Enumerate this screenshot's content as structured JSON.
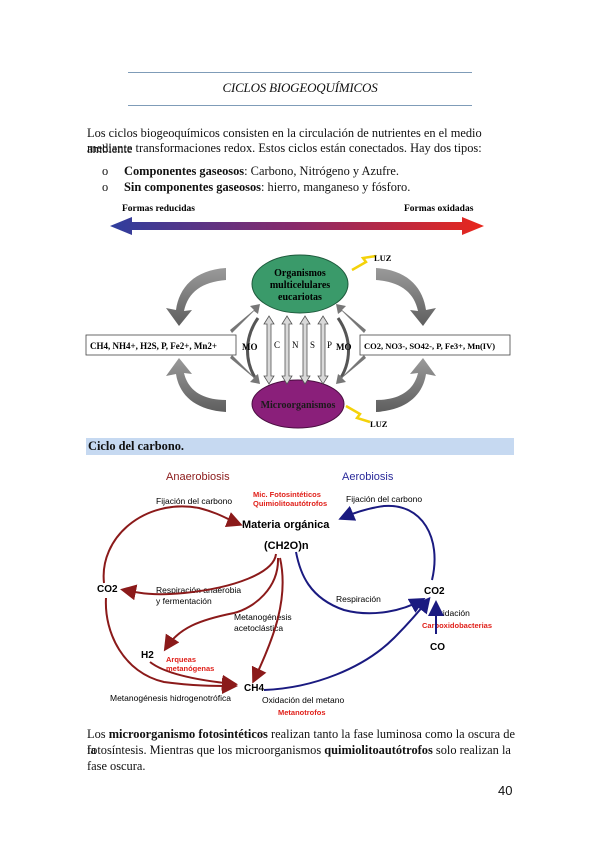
{
  "header": {
    "title": "CICLOS BIOGEOQUÍMICOS"
  },
  "intro": {
    "line1": "Los ciclos biogeoquímicos consisten en la circulación de nutrientes en el medio ambiente",
    "line2": "mediante transformaciones redox. Estos ciclos están conectados. Hay dos tipos:"
  },
  "bullets": [
    {
      "marker": "o",
      "bold": "Componentes gaseosos",
      "rest": ": Carbono, Nitrógeno y Azufre."
    },
    {
      "marker": "o",
      "bold": "Sin componentes gaseosos",
      "rest": ": hierro, manganeso y fósforo."
    }
  ],
  "diagram1": {
    "reduced_label": "Formas reducidas",
    "oxidized_label": "Formas oxidadas",
    "top_organism": [
      "Organismos",
      "multicelulares",
      "eucariotas"
    ],
    "bottom_organism": "Microorganismos",
    "light_label": "LUZ",
    "left_box": "CH4, NH4+, H2S, P, Fe2+, Mn2+",
    "right_box": "CO2, NO3-, SO42-, P, Fe3+, Mn(IV)",
    "center_labels": [
      "MO",
      "C",
      "N",
      "S",
      "P",
      "MO"
    ],
    "colors": {
      "top_oval": "#3a9a6a",
      "bottom_oval": "#8a1f7a",
      "arrow_start": "#2e3e9e",
      "arrow_end": "#e8271c"
    }
  },
  "section": {
    "title": "Ciclo del carbono."
  },
  "diagram2": {
    "anaerobiosis": "Anaerobiosis",
    "aerobiosis": "Aerobiosis",
    "fix_left": "Fijación del carbono",
    "fix_right": "Fijación del carbono",
    "mic_foto": "Mic. Fotosintéticos",
    "quimio": "Quimiolitoautótrofos",
    "materia": "Materia orgánica",
    "ch2o": "(CH2O)n",
    "co2_left": "CO2",
    "co2_right": "CO2",
    "resp_anaer_1": "Respiración anaerobia",
    "resp_anaer_2": "y fermentación",
    "respiracion": "Respiración",
    "oxidacion": "Oxidación",
    "carboxido": "Carboxidobacterias",
    "co": "CO",
    "h2": "H2",
    "metano_acet_1": "Metanogénesis",
    "metano_acet_2": "acetoclástica",
    "arqueas_1": "Arqueas",
    "arqueas_2": "metanógenas",
    "ch4": "CH4",
    "oxid_metano": "Oxidación del metano",
    "metanotrofos": "Metanotrofos",
    "metano_hidro": "Metanogénesis hidrogenotrófica",
    "colors": {
      "anaer": "#8b1a1a",
      "aer": "#1a1a80",
      "red_label": "#e0201a"
    }
  },
  "closing": {
    "l1a": "Los ",
    "l1b": "microorganismo fotosintéticos",
    "l1c": " realizan tanto la fase luminosa como la oscura de la",
    "l2a": "fotosíntesis. Mientras que los microorganismos ",
    "l2b": "quimiolitoautótrofos",
    "l2c": " solo realizan la",
    "l3": "fase oscura."
  },
  "page_number": "40"
}
